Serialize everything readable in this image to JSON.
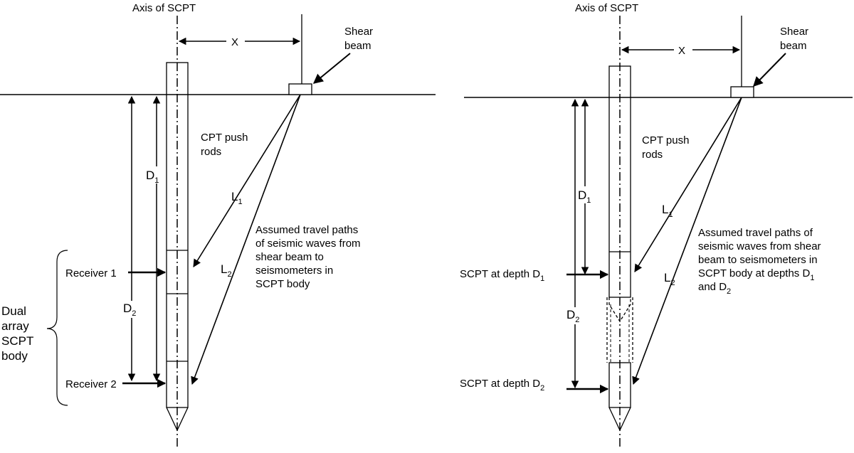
{
  "colors": {
    "line": "#000000",
    "background": "#ffffff"
  },
  "left_panel": {
    "axis_label": "Axis of SCPT",
    "x_label": "X",
    "shear_beam": [
      "Shear",
      "beam"
    ],
    "push_rods": [
      "CPT push",
      "rods"
    ],
    "d1": {
      "main": "D",
      "sub": "1"
    },
    "d2": {
      "main": "D",
      "sub": "2"
    },
    "l1": {
      "main": "L",
      "sub": "1"
    },
    "l2": {
      "main": "L",
      "sub": "2"
    },
    "travel_paths": [
      "Assumed travel paths",
      "of seismic waves from",
      "shear beam to",
      "seismometers in",
      "SCPT body"
    ],
    "receiver1": "Receiver 1",
    "receiver2": "Receiver 2",
    "dual_array": [
      "Dual",
      "array",
      "SCPT",
      "body"
    ]
  },
  "right_panel": {
    "axis_label": "Axis of SCPT",
    "x_label": "X",
    "shear_beam": [
      "Shear",
      "beam"
    ],
    "push_rods": [
      "CPT push",
      "rods"
    ],
    "d1": {
      "main": "D",
      "sub": "1"
    },
    "d2": {
      "main": "D",
      "sub": "2"
    },
    "l1": {
      "main": "L",
      "sub": "1"
    },
    "l2": {
      "main": "L",
      "sub": "2"
    },
    "travel_paths": [
      "Assumed travel paths of",
      "seismic waves from shear",
      "beam to seismometers in",
      "SCPT body at depths D",
      "and D"
    ],
    "travel_paths_subs": [
      "1",
      "2"
    ],
    "depth1": {
      "main": "SCPT at depth D",
      "sub": "1"
    },
    "depth2": {
      "main": "SCPT at depth D",
      "sub": "2"
    }
  }
}
